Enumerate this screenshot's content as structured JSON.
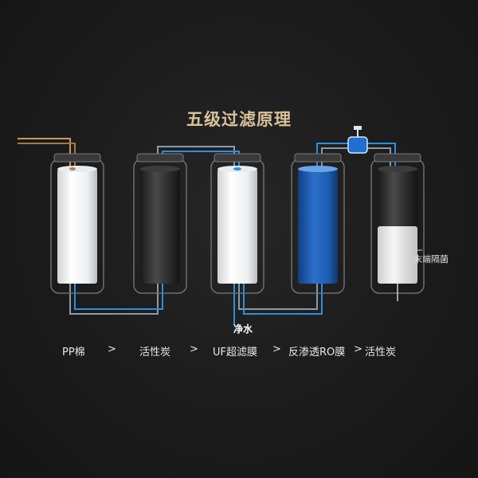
{
  "title": "五级过滤原理",
  "outlet_label": "净水",
  "end_sterilization_label": "末端隔菌",
  "stages": [
    {
      "label": "PP棉",
      "media": "white-fiber"
    },
    {
      "label": "活性炭",
      "media": "black-carbon"
    },
    {
      "label": "UF超滤膜",
      "media": "white-membrane"
    },
    {
      "label": "反渗透RO膜",
      "media": "blue-membrane"
    },
    {
      "label": "活性炭",
      "media": "carbon-plus-sterilizer"
    }
  ],
  "separator": ">",
  "colors": {
    "background": "#1b1b1b",
    "title": "#d9c19a",
    "inlet_pipe": "#c99a5c",
    "water_pipe": "#2b8fe0",
    "grey_pipe": "#8a9aa8",
    "ro_blue": "#1e5fb5"
  }
}
